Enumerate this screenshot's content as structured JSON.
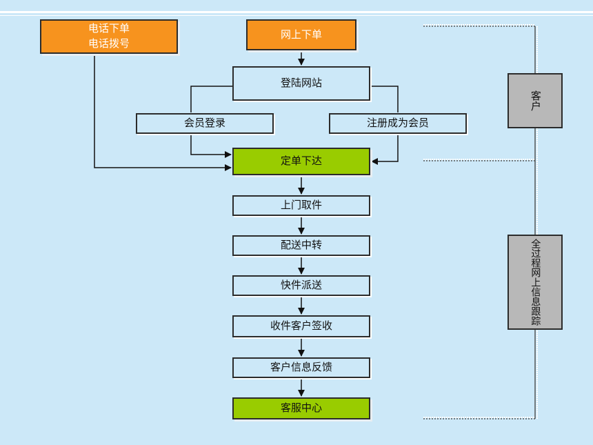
{
  "nodes": {
    "phone_order": {
      "line1": "电话下单",
      "line2": "电话拨号"
    },
    "online_order": "网上下单",
    "login_site": "登陆网站",
    "member_login": "会员登录",
    "register_member": "注册成为会员",
    "order_issued": "定单下达",
    "pickup": "上门取件",
    "transfer": "配送中转",
    "delivery": "快件派送",
    "sign": "收件客户签收",
    "feedback": "客户信息反馈",
    "service": "客服中心"
  },
  "side_labels": {
    "customer": "客户",
    "tracking": "全过程网上信息跟踪"
  },
  "colors": {
    "background": "#cce8f8",
    "orange": "#f7931e",
    "green": "#99cc00",
    "gray": "#b8b8b8"
  }
}
